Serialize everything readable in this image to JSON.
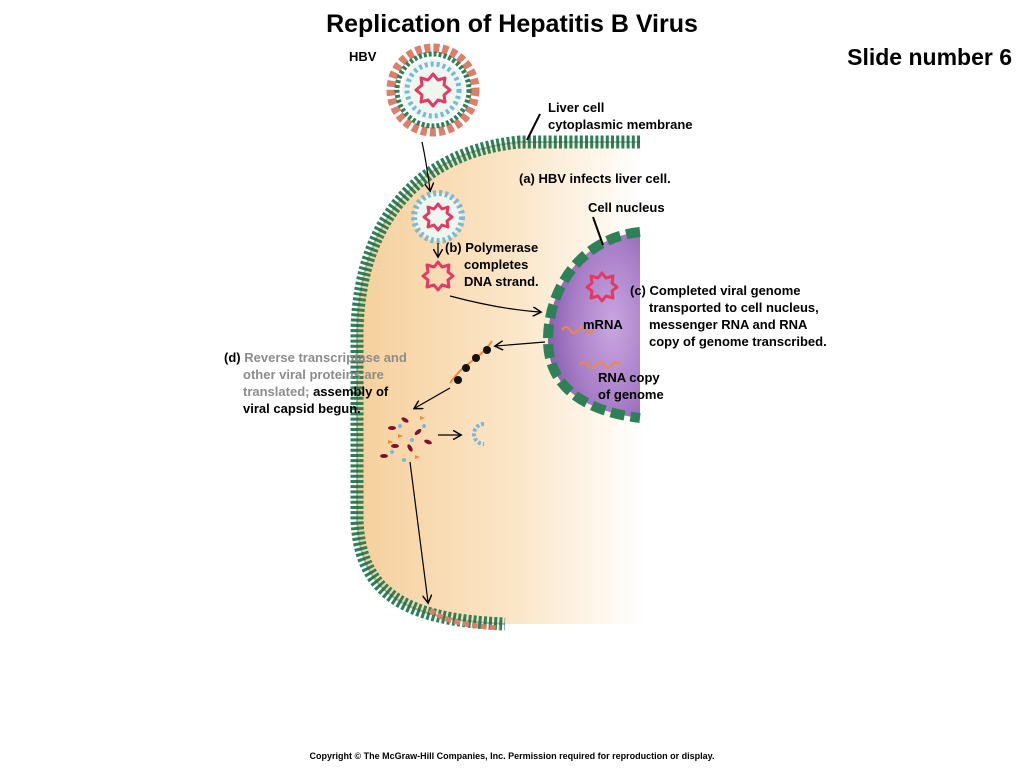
{
  "title": "Replication of Hepatitis B Virus",
  "slide_number": "Slide number 6",
  "labels": {
    "hbv": "HBV",
    "membrane_line1": "Liver cell",
    "membrane_line2": "cytoplasmic membrane",
    "step_a": "(a)  HBV infects liver cell.",
    "cell_nucleus": "Cell nucleus",
    "step_b_line1": "(b)  Polymerase",
    "step_b_line2": "completes",
    "step_b_line3": "DNA strand.",
    "step_c_line1": "(c)  Completed viral genome",
    "step_c_line2": "transported to cell nucleus,",
    "step_c_line3": "messenger RNA and RNA",
    "step_c_line4": "copy of genome transcribed.",
    "mrna": "mRNA",
    "rna_copy_line1": "RNA copy",
    "rna_copy_line2": "of genome",
    "step_d_prefix": "(d)",
    "step_d_gray1": "Reverse transcriptase and",
    "step_d_gray2": "other viral proteins are",
    "step_d_gray3": "translated;",
    "step_d_black3": " assembly of",
    "step_d_black4": "viral capsid begun."
  },
  "copyright": "Copyright © The McGraw-Hill Companies, Inc. Permission required for reproduction or display.",
  "colors": {
    "membrane": "#2e8058",
    "cytoplasm": "#f9dcae",
    "nucleus": "#b58cd0",
    "viral_dna": "#e33a63",
    "capsid_dot": "#7ab8d8",
    "envelope_spike": "#db7f6a",
    "rna": "#f0893a"
  }
}
